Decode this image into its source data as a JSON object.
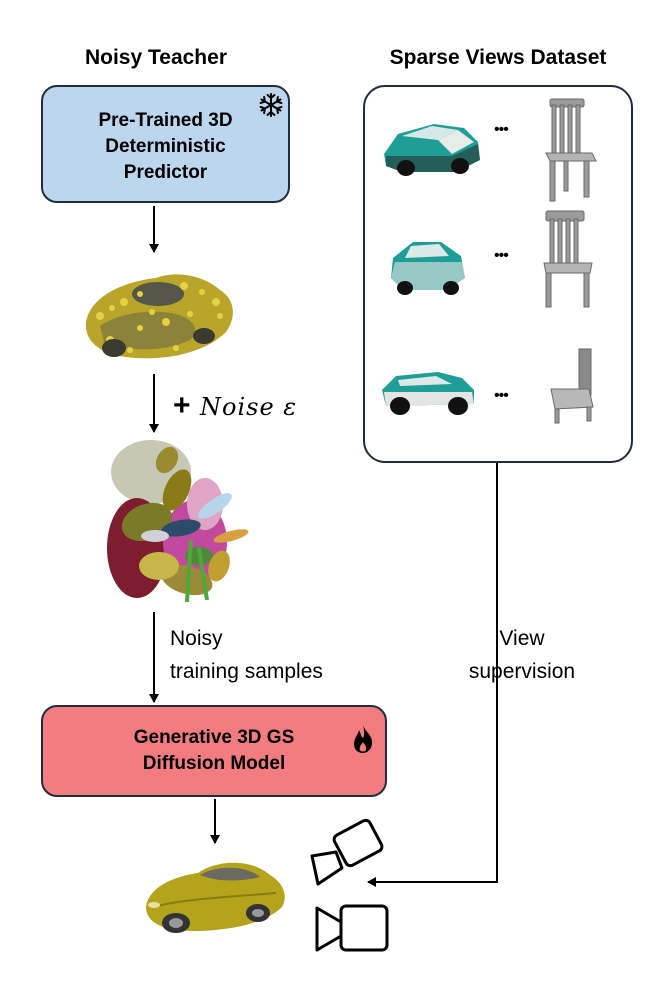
{
  "teacher": {
    "heading": "Noisy Teacher",
    "predictor_label": "Pre-Trained 3D\nDeterministic\nPredictor",
    "predictor_fill": "#bcd6ee",
    "noise_plus": "+",
    "noise_label": "Noise ε",
    "samples_label": "Noisy\ntraining samples",
    "generator_label": "Generative 3D GS\nDiffusion Model",
    "generator_fill": "#f27c80"
  },
  "dataset": {
    "heading": "Sparse Views Dataset",
    "ellipsis": "•••",
    "supervision_label": "View\nsupervision"
  },
  "icons": [
    "snowflake-icon",
    "flame-icon",
    "camera-icon"
  ]
}
